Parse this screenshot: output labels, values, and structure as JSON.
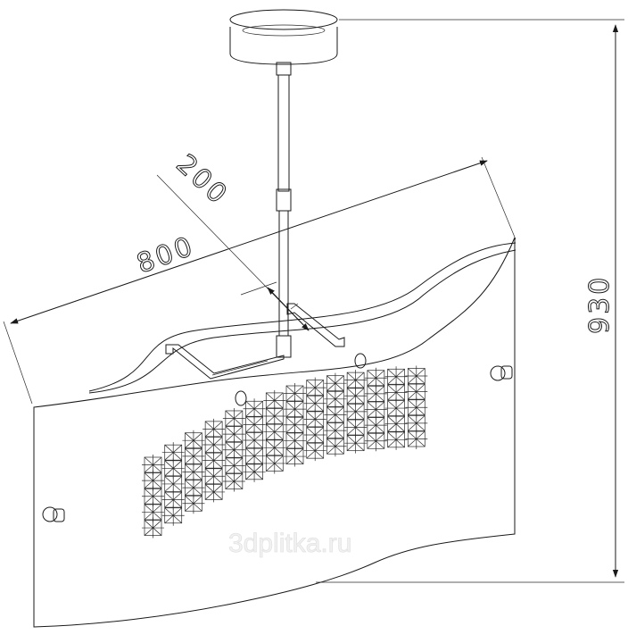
{
  "dimensions": {
    "length": "800",
    "depth": "200",
    "height": "930"
  },
  "watermark": "3dplitka.ru",
  "crystal_grid": {
    "rows": 5,
    "columns": 14
  }
}
